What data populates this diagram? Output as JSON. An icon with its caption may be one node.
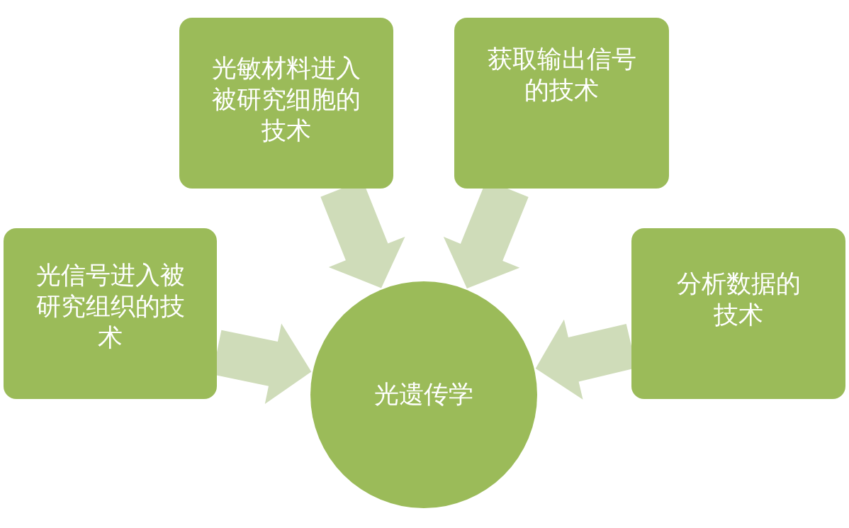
{
  "diagram": {
    "nodes": [
      {
        "text": [
          "光敏材料进入被研究细胞的技术"
        ]
      },
      {
        "text": [
          "获取输出信号的技术"
        ]
      },
      {
        "text": [
          "光信号进入被研究组织的技术"
        ]
      },
      {
        "text": [
          "分析数据的技术"
        ]
      },
      {
        "text": [
          "光遗传学"
        ]
      }
    ],
    "edges": [
      {
        "from": 0,
        "to": 4,
        "arrow": "to"
      },
      {
        "from": 1,
        "to": 4,
        "arrow": "to"
      },
      {
        "from": 2,
        "to": 4,
        "arrow": "to"
      },
      {
        "from": 3,
        "to": 4,
        "arrow": "to"
      }
    ]
  }
}
